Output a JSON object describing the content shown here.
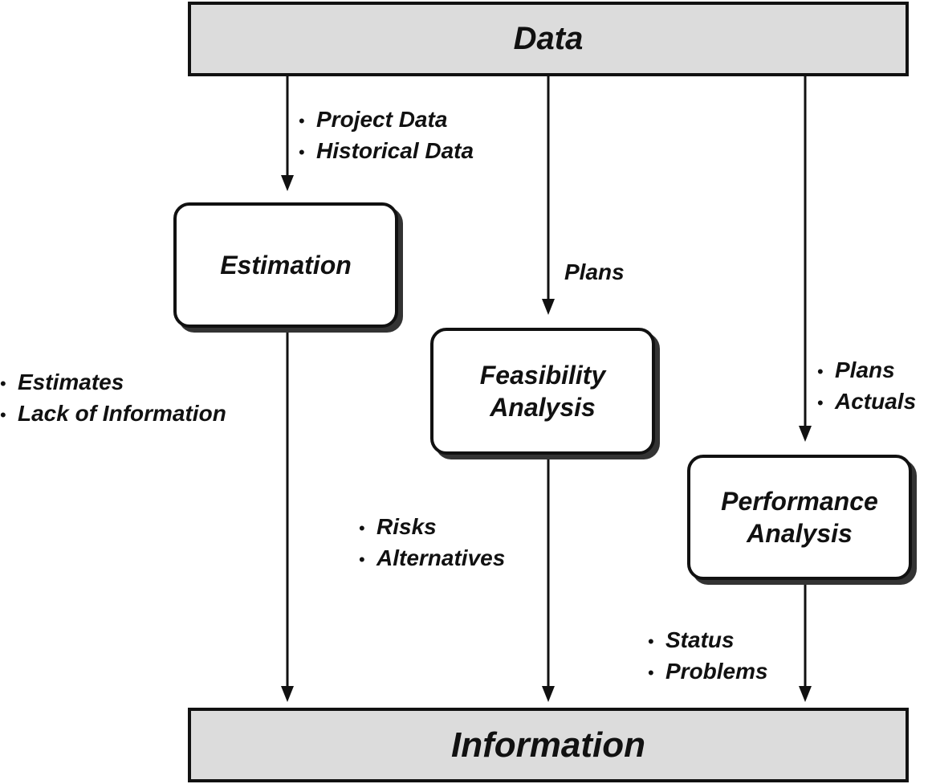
{
  "top": {
    "label": "Data"
  },
  "bottom": {
    "label": "Information"
  },
  "boxes": {
    "estimation": {
      "line1": "Estimation"
    },
    "feasibility": {
      "line1": "Feasibility",
      "line2": "Analysis"
    },
    "performance": {
      "line1": "Performance",
      "line2": "Analysis"
    }
  },
  "labels": {
    "data_to_estimation": [
      "Project Data",
      "Historical Data"
    ],
    "data_to_feasibility": "Plans",
    "data_to_performance": [
      "Plans",
      "Actuals"
    ],
    "estimation_out": [
      "Estimates",
      "Lack of Information"
    ],
    "feasibility_out": [
      "Risks",
      "Alternatives"
    ],
    "performance_out": [
      "Status",
      "Problems"
    ]
  }
}
